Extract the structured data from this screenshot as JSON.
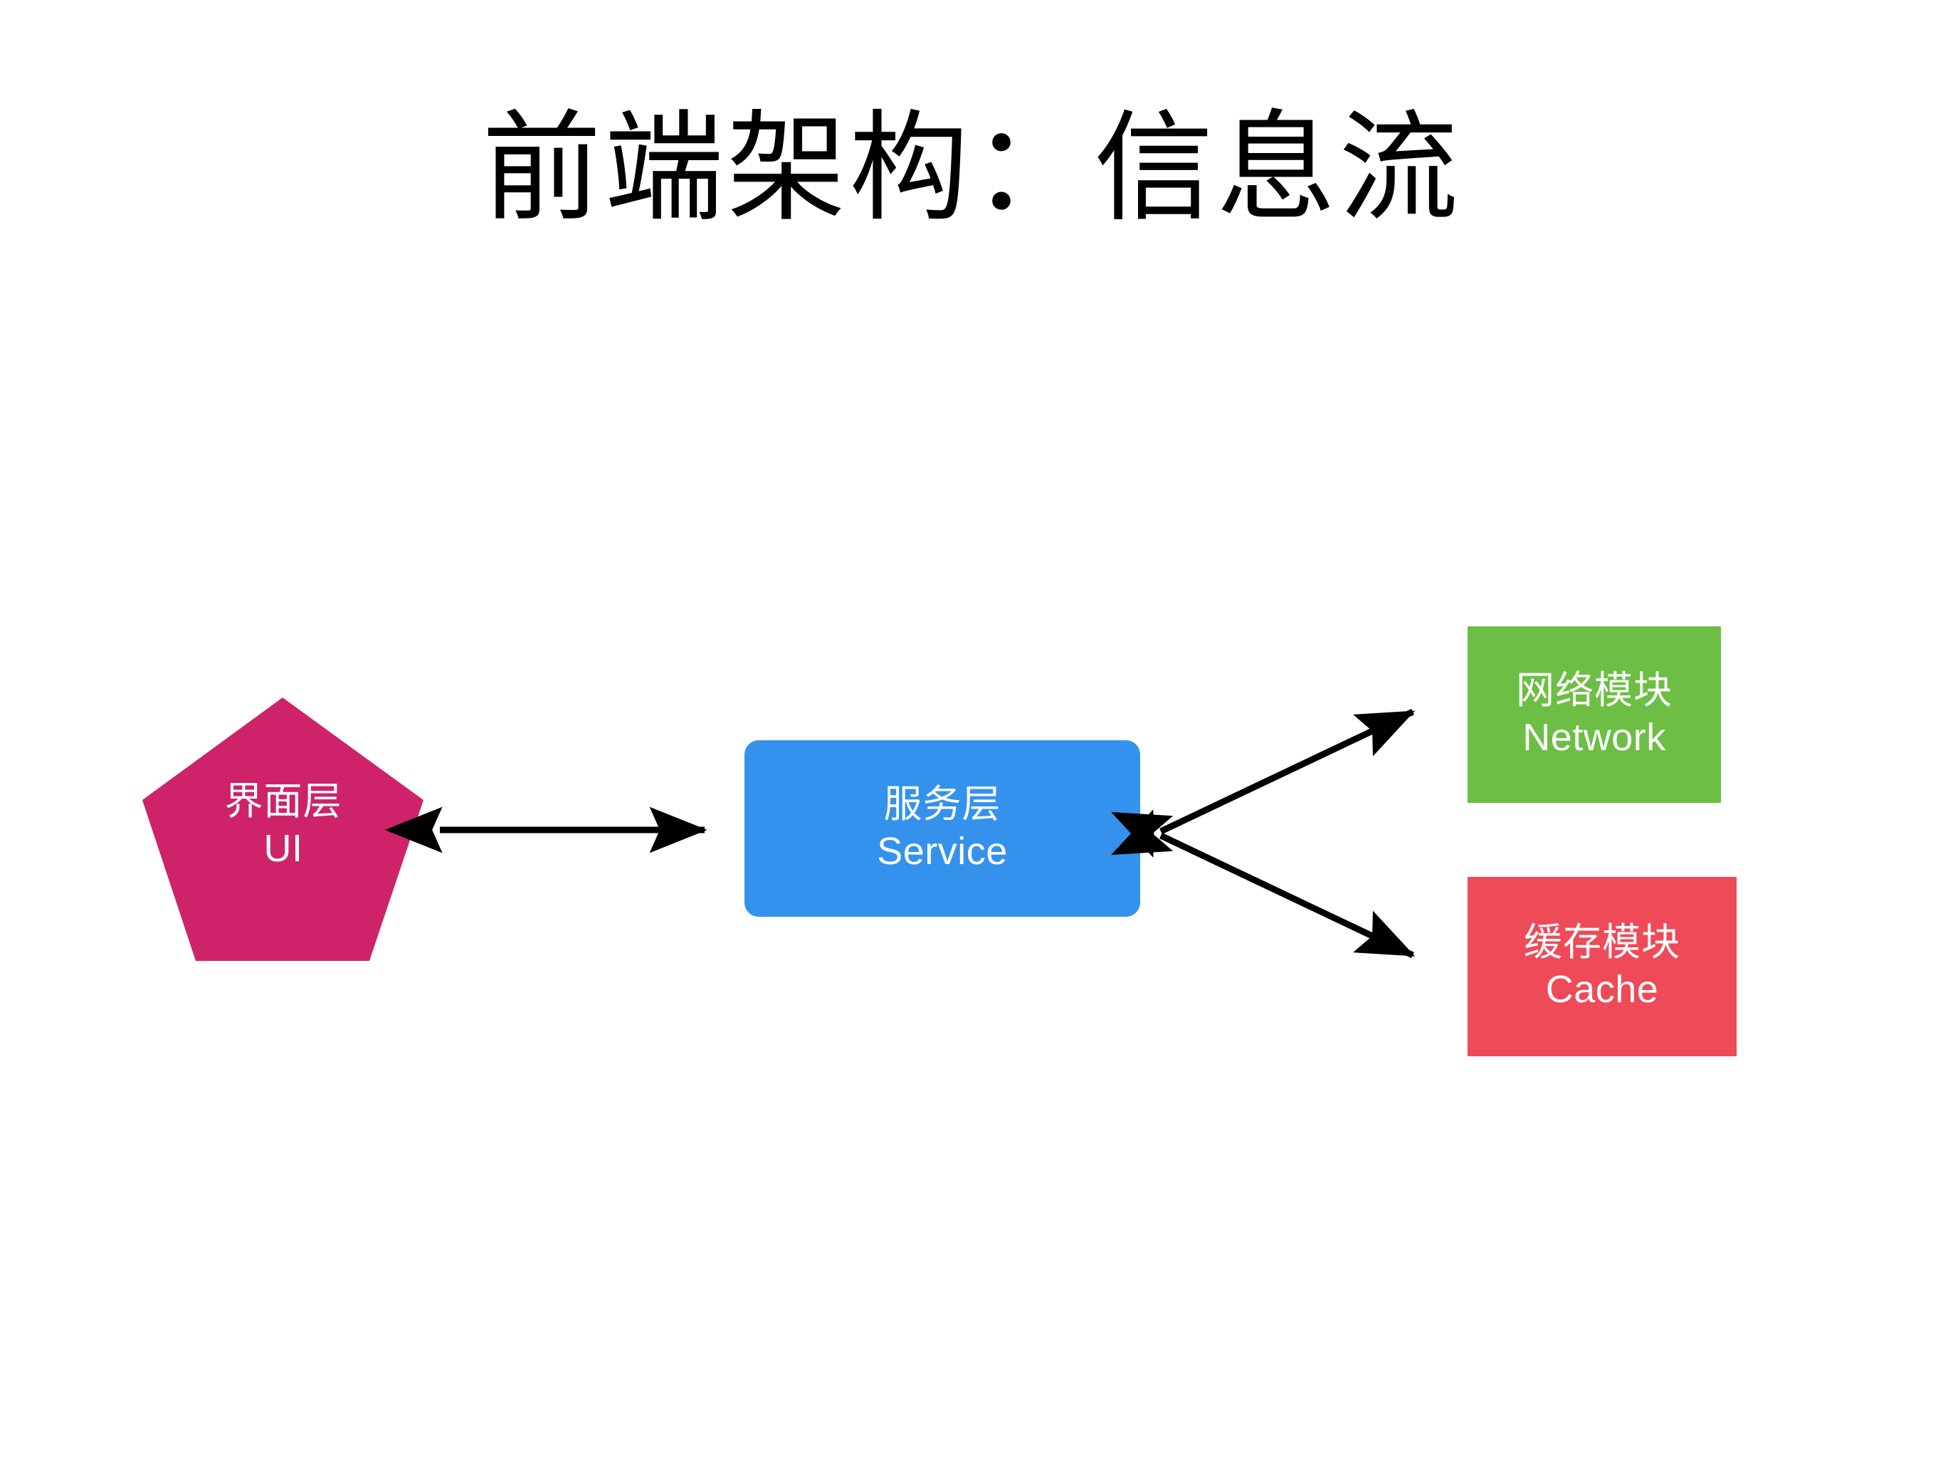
{
  "slide": {
    "title": "前端架构：信息流",
    "background_color": "#FFFFFF"
  },
  "palette": {
    "ui_node": "#CE2369",
    "service_node": "#3592EC",
    "network_node": "#6CBE45",
    "cache_node": "#EE4A58",
    "arrow": "#000000",
    "node_text": "#FFFFFF",
    "title_text": "#000000"
  },
  "nodes": {
    "ui": {
      "shape": "pentagon",
      "label_cn": "界面层",
      "label_en": "UI",
      "color": "#CE2369"
    },
    "service": {
      "shape": "rounded-rectangle",
      "label_cn": "服务层",
      "label_en": "Service",
      "color": "#3592EC"
    },
    "network": {
      "shape": "rectangle",
      "label_cn": "网络模块",
      "label_en": "Network",
      "color": "#6CBE45"
    },
    "cache": {
      "shape": "rectangle",
      "label_cn": "缓存模块",
      "label_en": "Cache",
      "color": "#EE4A58"
    }
  },
  "connections": [
    {
      "id": "ui-service",
      "from": "ui",
      "to": "service",
      "style": "double-headed-arrow"
    },
    {
      "id": "service-network",
      "from": "service",
      "to": "network",
      "style": "double-headed-arrow"
    },
    {
      "id": "service-cache",
      "from": "service",
      "to": "cache",
      "style": "double-headed-arrow"
    }
  ]
}
